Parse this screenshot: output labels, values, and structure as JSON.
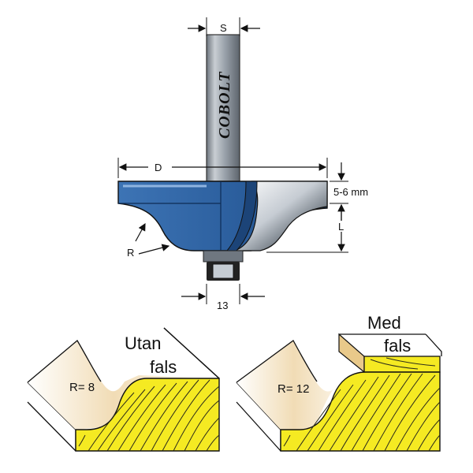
{
  "tool": {
    "brand": "COBOLT",
    "dim_s": "S",
    "dim_d": "D",
    "dim_thickness": "5-6 mm",
    "dim_l": "L",
    "dim_r": "R",
    "dim_bearing": "13"
  },
  "profiles": [
    {
      "caption_line1": "Utan",
      "caption_line2": "fals",
      "radius_label": "R= 8"
    },
    {
      "caption_line1": "Med",
      "caption_line2": "fals",
      "radius_label": "R= 12"
    }
  ],
  "colors": {
    "steel_blue": "#2f66a6",
    "steel_blue_dark": "#1c4478",
    "shank_grey": "#8e97a1",
    "wood_yellow": "#f5ea22",
    "wood_grain": "#2a2a1a",
    "highlight_cream": "#f3e3c6"
  }
}
